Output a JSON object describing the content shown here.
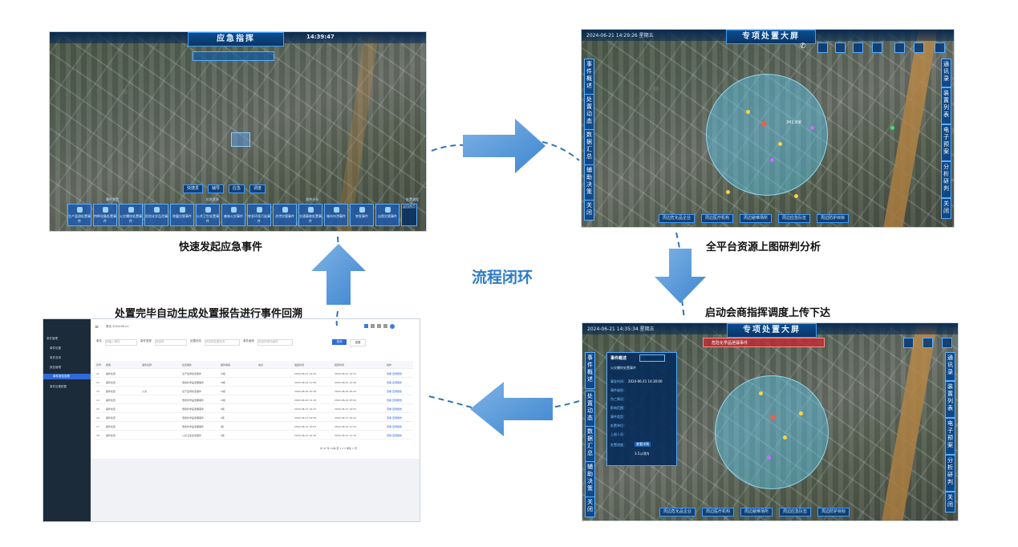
{
  "captions": {
    "left_top": "快速发起应急事件",
    "right_top": "全平台资源上图研判分析",
    "right_bottom": "启动会商指挥调度上传下达",
    "left_bottom": "处置完毕自动生成处置报告进行事件回溯",
    "center": "流程闭环"
  },
  "panel1": {
    "title": "应急指挥",
    "time": "14:39:47",
    "mid_buttons": [
      "快捷发",
      "辅导",
      "应急",
      "调度"
    ],
    "sections": [
      "事件处置",
      "应急资源",
      "综合分析",
      "处置流程"
    ],
    "tiles": [
      "生产监测处置事件",
      "特种设备处置事件",
      "火灾爆炸处置事件",
      "危险化学品泄漏",
      "地震灾害事件",
      "公共卫生处置事件",
      "森林火灾事件",
      "突发环境污染事件",
      "洪涝灾害事件",
      "交通事故处置事件",
      "城市内涝事件",
      "突发事件",
      "自然灾害事件"
    ],
    "end_button": "返回首页"
  },
  "panel2": {
    "title": "专项处置大屏",
    "datetime": "2024-06-21 14:29:26 星期五",
    "left_menu": [
      "事件概述",
      "处置动态",
      "数据汇总",
      "辅助决策",
      "关闭"
    ],
    "right_menu": [
      "通讯录",
      "装置列表",
      "电子预案",
      "分析研判",
      "关闭"
    ],
    "bottom_buttons": [
      "周边危化品企业",
      "周边医疗机构",
      "周边避难场所",
      "周边应急队伍",
      "周边防护目标"
    ],
    "radius_label": "341.8米"
  },
  "panel3": {
    "title": "专项处置大屏",
    "datetime": "2024-06-21 14:35:34 星期五",
    "alert": "危险化学品泄漏事件",
    "left_menu": [
      "事件概述",
      "处置动态",
      "数据汇总",
      "辅助决策",
      "关闭"
    ],
    "right_menu": [
      "通讯录",
      "装置列表",
      "电子预案",
      "分析研判",
      "关闭"
    ],
    "bottom_buttons": [
      "周边危化品企业",
      "周边医疗机构",
      "周边避难场所",
      "周边应急队伍",
      "周边防护目标"
    ],
    "popup": {
      "title": "事件概述",
      "subtitle": "火灾爆炸处置事件",
      "time": "2024-06-21 14:30:00",
      "lines": [
        "事发时间：",
        "事件级别：",
        "伤亡情况：",
        "影响范围：",
        "事件类型：",
        "处置单位：",
        "上报人员：",
        "处置进度："
      ],
      "foot_button": "查看详情",
      "foot_text": "3.5公顷内"
    }
  },
  "panel4": {
    "sidebar": [
      "事件管理",
      "事件处置",
      "事件查询",
      "报告管理",
      "事件报告查看",
      "事件处置配置"
    ],
    "breadcrumb": "首页  2024-06-21",
    "filters": [
      "事件",
      "请输入事件",
      "事件类型",
      "请选择",
      "处置状态",
      "请选择处置状态",
      "事件级别",
      "请选择事件级别"
    ],
    "query_button": "查询",
    "reset_button": "重置",
    "columns": [
      "序号",
      "类型",
      "事件名称",
      "处置事件",
      "事件等级",
      "地点",
      "发起时间",
      "结束时间",
      "操作"
    ],
    "rows": [
      [
        "11",
        "事件处置",
        "",
        "生产监测处置事件",
        "IV级",
        "",
        "2024-06-21 14:23",
        "2024-06-21 14:31",
        "查看  回溯报告"
      ],
      [
        "12",
        "事件处置",
        "",
        "危险化学品泄漏事件",
        "III级",
        "",
        "2024-06-21 11:56",
        "2024-06-21 12:40",
        "查看  回溯报告"
      ],
      [
        "13",
        "事件处置",
        "火灾",
        "生产监测处置事件",
        "IV级",
        "",
        "2024-06-20 15:28",
        "2024-06-20 16:20",
        "查看  回溯报告"
      ],
      [
        "14",
        "事件处置",
        "",
        "危险化学品泄漏事件",
        "IV级",
        "",
        "2024-06-20 14:18",
        "2024-06-20 15:02",
        "查看  回溯报告"
      ],
      [
        "15",
        "事件处置",
        "",
        "危险化学品泄漏事件",
        "II级",
        "",
        "2024-06-17 14:22",
        "2024-06-17 14:51",
        "查看  回溯报告"
      ],
      [
        "16",
        "事件处置",
        "",
        "危险化学品泄漏事件",
        "II级",
        "",
        "2024-06-17 09:58",
        "2024-06-17 10:41",
        "查看  回溯报告"
      ],
      [
        "17",
        "事件处置",
        "",
        "危险化学品泄漏事件",
        "I级",
        "",
        "2024-06-14 10:04",
        "2024-06-14 11:22",
        "查看  回溯报告"
      ],
      [
        "18",
        "事件处置",
        "",
        "公共卫生处置事件",
        "II级",
        "",
        "2024-06-13 10:36",
        "2024-06-13 11:10",
        "查看  回溯报告"
      ]
    ],
    "pagination": "共 47 条  10条/页  1  2  3  前往  1  页"
  }
}
